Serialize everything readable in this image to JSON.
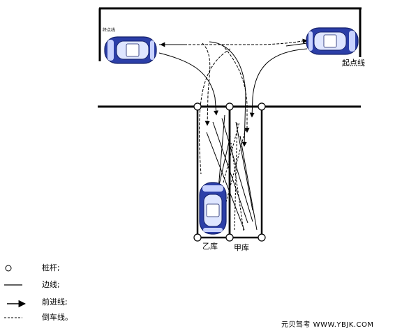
{
  "labels": {
    "end_line": "终点线",
    "start_line": "起点线",
    "garage_b": "乙库",
    "garage_a": "甲库"
  },
  "legend": [
    {
      "symbol": "circle",
      "text": "桩杆;"
    },
    {
      "symbol": "line",
      "text": "边线;"
    },
    {
      "symbol": "arrow",
      "text": "前进线;"
    },
    {
      "symbol": "dashed",
      "text": "倒车线。"
    }
  ],
  "footer": "元贝驾考 WWW.YBJK.COM",
  "colors": {
    "car_body": "#2c3fa8",
    "car_light": "#dfe6ff",
    "line": "#000000"
  },
  "icons": [
    "pole-icon",
    "car-icon",
    "arrow-icon"
  ]
}
